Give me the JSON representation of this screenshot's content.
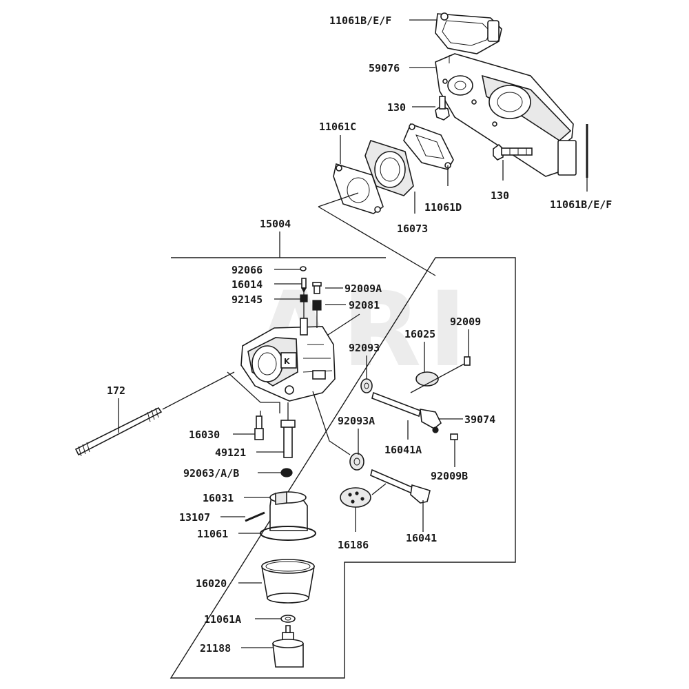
{
  "watermark": "ARI",
  "labels": {
    "p11061bef_top": "11061B/E/F",
    "p59076": "59076",
    "p130_a": "130",
    "p11061c": "11061C",
    "p11061d": "11061D",
    "p130_b": "130",
    "p11061bef_right": "11061B/E/F",
    "p16073": "16073",
    "p15004": "15004",
    "p92066": "92066",
    "p16014": "16014",
    "p92009a": "92009A",
    "p92145": "92145",
    "p92081": "92081",
    "p92093": "92093",
    "p16025": "16025",
    "p92009": "92009",
    "p172": "172",
    "p92093a": "92093A",
    "p39074": "39074",
    "p16030": "16030",
    "p16041a": "16041A",
    "p49121": "49121",
    "p92063": "92063/A/B",
    "p92009b": "92009B",
    "p16031": "16031",
    "p13107": "13107",
    "p11061": "11061",
    "p16186": "16186",
    "p16041": "16041",
    "p16020": "16020",
    "p11061a": "11061A",
    "p21188": "21188"
  },
  "colors": {
    "line": "#1a1a1a",
    "shade": "#e9e9e9",
    "dark": "#8a8a8a",
    "watermark": "#ececec"
  }
}
